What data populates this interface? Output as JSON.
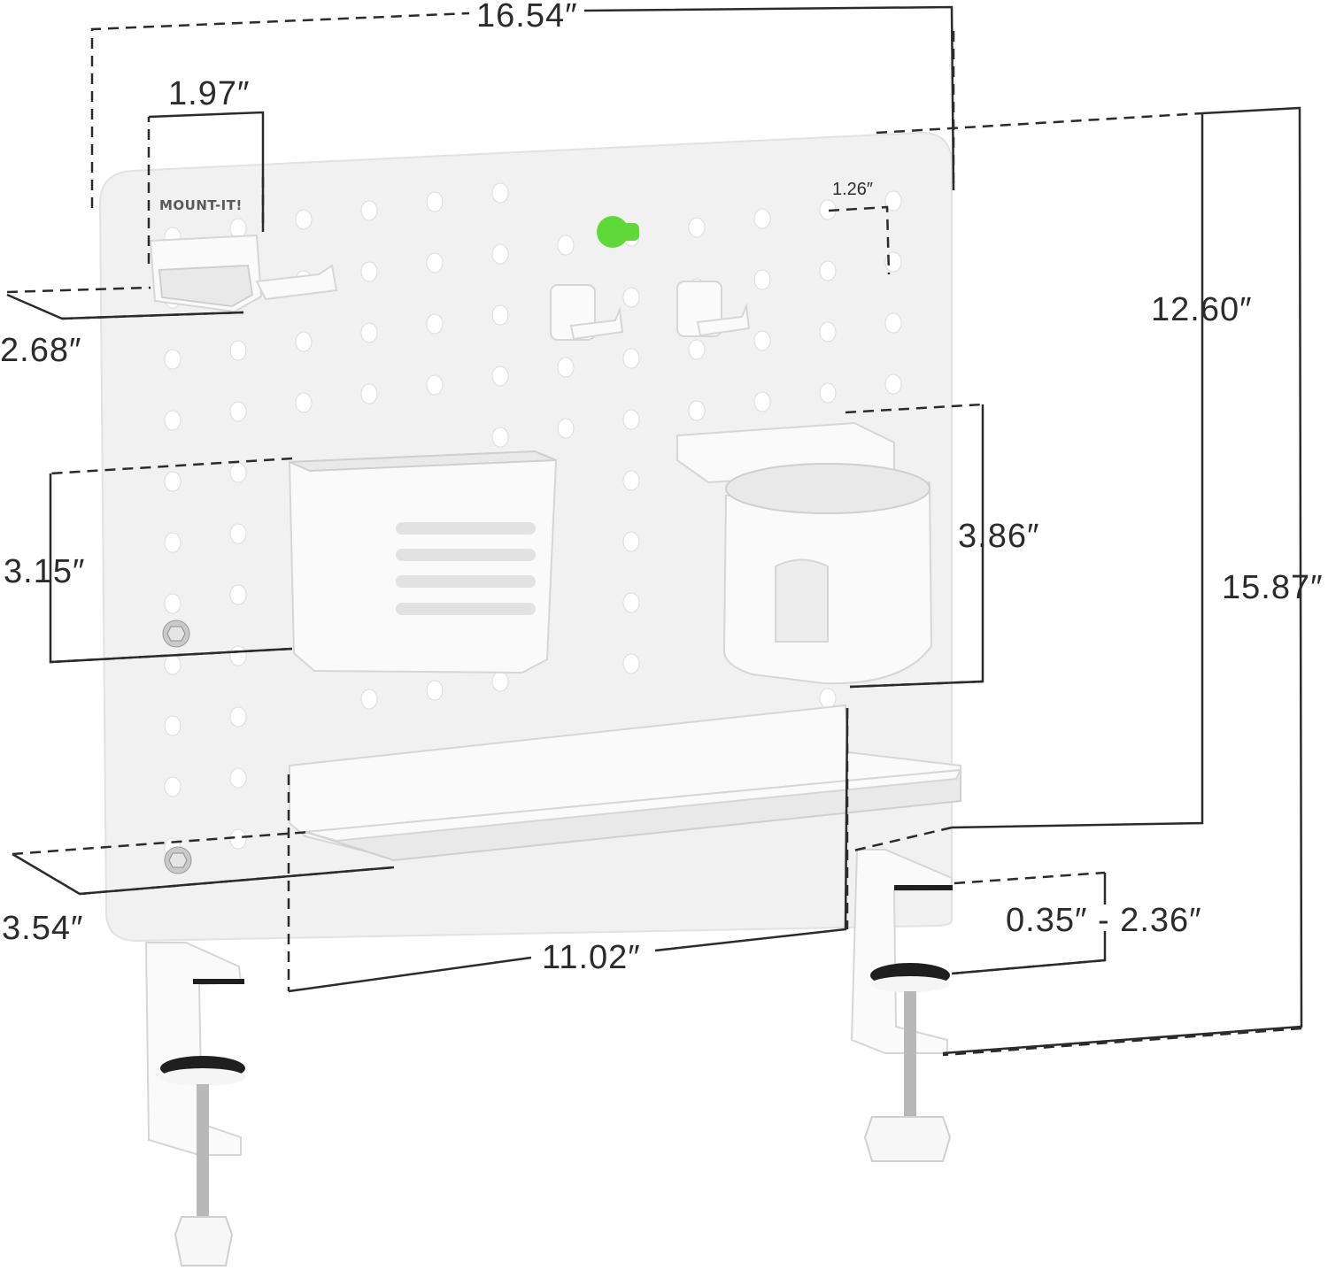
{
  "brand": {
    "logo_text": "MOUNT-IT!"
  },
  "peg_color": "#5fd83a",
  "dimensions": {
    "overall_width": "16.54″",
    "hook_holder_width": "1.97″",
    "hole_spacing": "1.26″",
    "hook_holder_depth": "2.68″",
    "board_height": "12.60″",
    "overall_height": "15.87″",
    "cup_holder_height": "3.86″",
    "bin_height": "3.15″",
    "shelf_depth": "3.54″",
    "shelf_width": "11.02″",
    "clamp_range": "0.35″ - 2.36″"
  }
}
